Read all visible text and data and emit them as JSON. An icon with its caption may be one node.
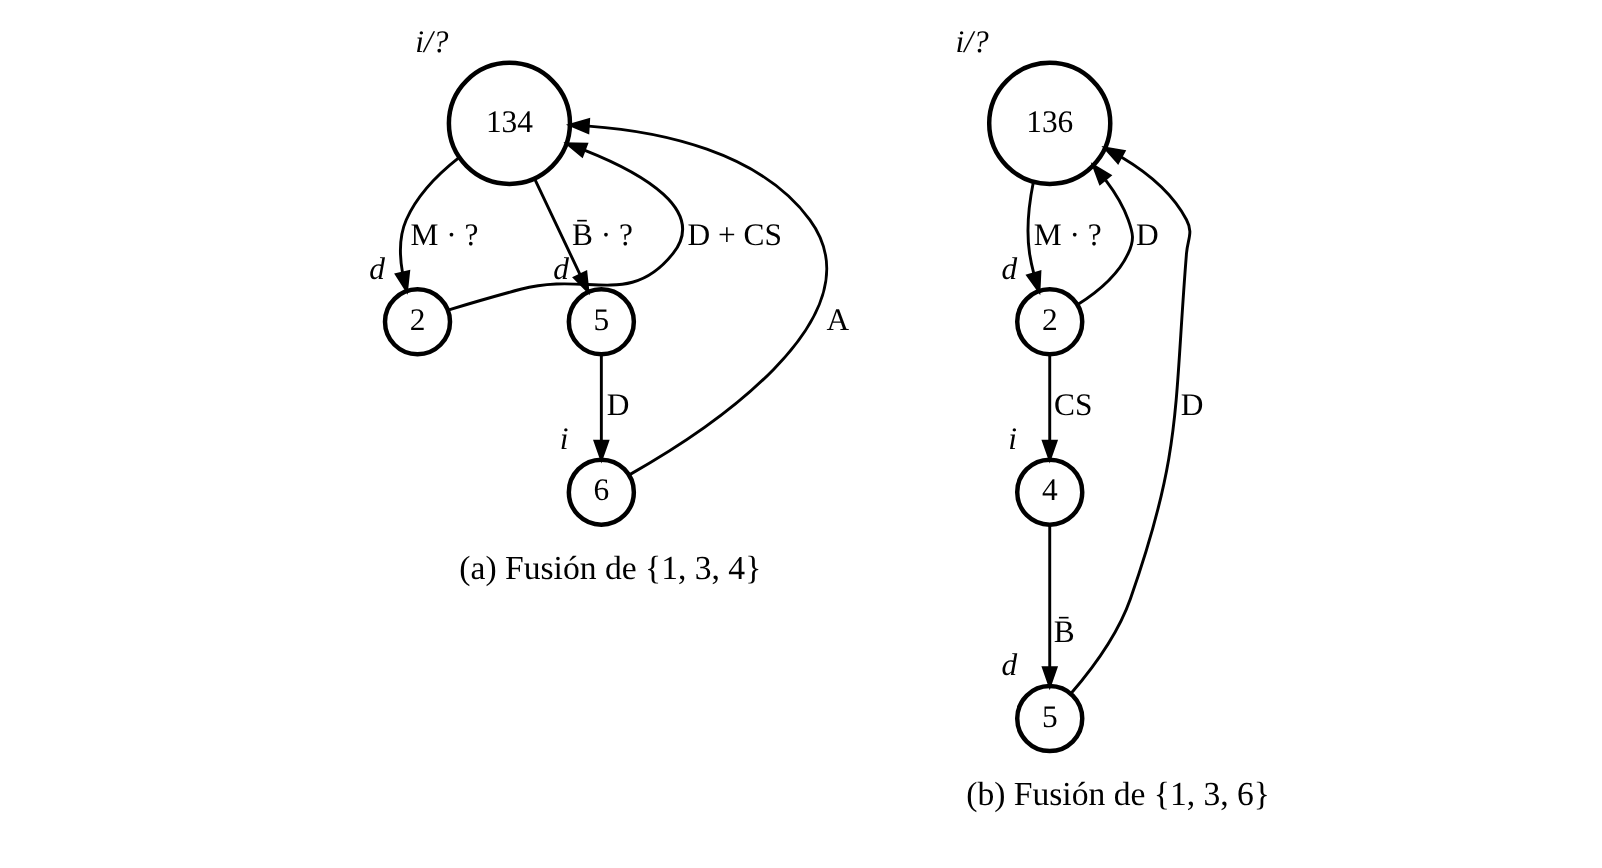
{
  "diagram": {
    "nodes": [
      {
        "text": [
          "134"
        ],
        "beside": [
          "i/?"
        ]
      },
      {
        "text": [
          "2"
        ],
        "beside": [
          "d"
        ]
      },
      {
        "text": [
          "5"
        ],
        "beside": [
          "d"
        ]
      },
      {
        "text": [
          "6"
        ],
        "beside": [
          "i"
        ]
      },
      {
        "text": [
          "136"
        ],
        "beside": [
          "i/?"
        ]
      },
      {
        "text": [
          "2"
        ],
        "beside": [
          "d"
        ]
      },
      {
        "text": [
          "4"
        ],
        "beside": [
          "i"
        ]
      },
      {
        "text": [
          "5"
        ],
        "beside": [
          "d"
        ]
      }
    ],
    "edges": [
      {
        "from": 1,
        "to": 0,
        "arrow": "to",
        "label": "D + CS"
      },
      {
        "from": 0,
        "to": 1,
        "arrow": "to",
        "label": "M · ?"
      },
      {
        "from": 0,
        "to": 2,
        "arrow": "to",
        "label": "B̄ · ?"
      },
      {
        "from": 2,
        "to": 3,
        "arrow": "to",
        "label": "D"
      },
      {
        "from": 3,
        "to": 0,
        "arrow": "to",
        "label": "A"
      },
      {
        "from": 5,
        "to": 4,
        "arrow": "to",
        "label": "D"
      },
      {
        "from": 4,
        "to": 5,
        "arrow": "to",
        "label": "M · ?"
      },
      {
        "from": 5,
        "to": 6,
        "arrow": "to",
        "label": "CS"
      },
      {
        "from": 6,
        "to": 7,
        "arrow": "to",
        "label": "B̄"
      },
      {
        "from": 7,
        "to": 4,
        "arrow": "to",
        "label": "D"
      }
    ],
    "labels": [
      "(a) Fusión de {1, 3, 4}",
      "(b) Fusión de {1, 3, 6}"
    ]
  }
}
